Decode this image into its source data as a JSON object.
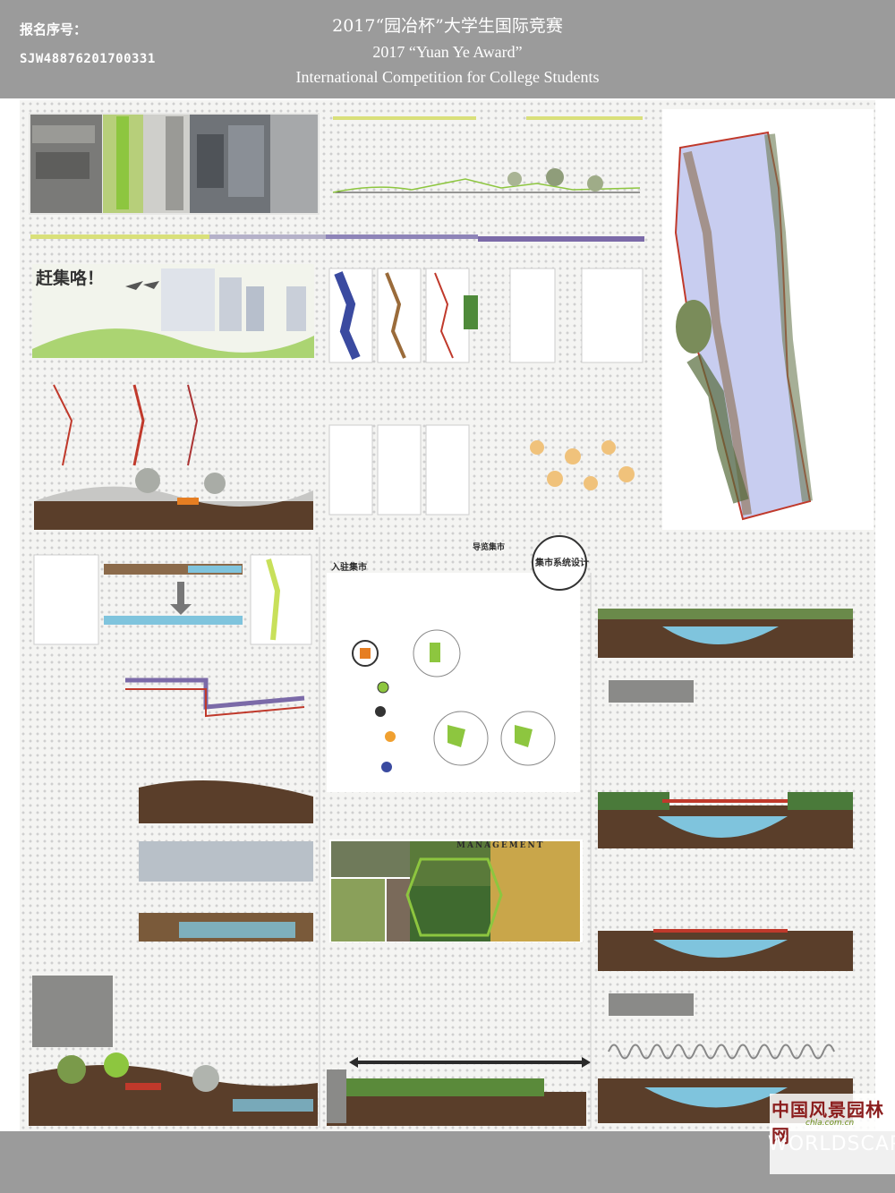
{
  "header": {
    "registration_label": "报名序号：",
    "registration_number": "SJW48876201700331",
    "title_cn": "2017“园冶杯”大学生国际竞赛",
    "title_en": "2017 “Yuan Ye Award”",
    "subtitle_en": "International Competition for College Students"
  },
  "poster": {
    "slogan": "赶集咯！",
    "section_market_entry": "入驻集市",
    "section_market_guide": "导览集市",
    "section_market_system": "集市系统设计",
    "section_management": "MANAGEMENT"
  },
  "footer": {
    "logo_cn": "中国风景园林网",
    "logo_url": "chla.com.cn",
    "logo_en": "WORLDSCAPE"
  },
  "colors": {
    "header_bg": "#9b9b9b",
    "accent_green": "#8dc63f",
    "accent_yellow": "#d9e07a",
    "accent_purple": "#7b6aa8",
    "accent_red": "#c0392b",
    "river_blue": "#c8cdf0"
  }
}
